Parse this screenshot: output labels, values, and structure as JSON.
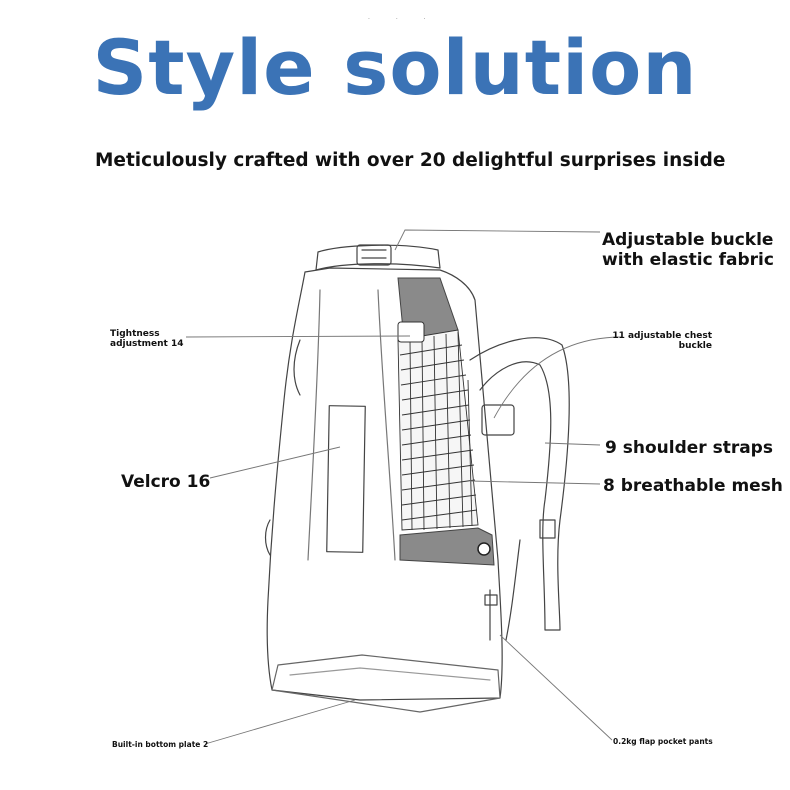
{
  "title": "Style solution",
  "subtitle": "Meticulously crafted with over 20 delightful surprises inside",
  "callouts": {
    "buckle": "Adjustable buckle\nwith elastic fabric",
    "tightness": "Tightness\nadjustment 14",
    "chest_buckle": "11 adjustable chest\nbuckle",
    "shoulder_straps": "9 shoulder straps",
    "velcro": "Velcro 16",
    "mesh": "8 breathable mesh",
    "bottom_plate": "Built-in bottom plate 2",
    "flap_pocket": "0.2kg flap pocket pants"
  },
  "colors": {
    "title": "#3b73b6",
    "panel_gray": "#8a8a8a",
    "line": "#555555"
  }
}
